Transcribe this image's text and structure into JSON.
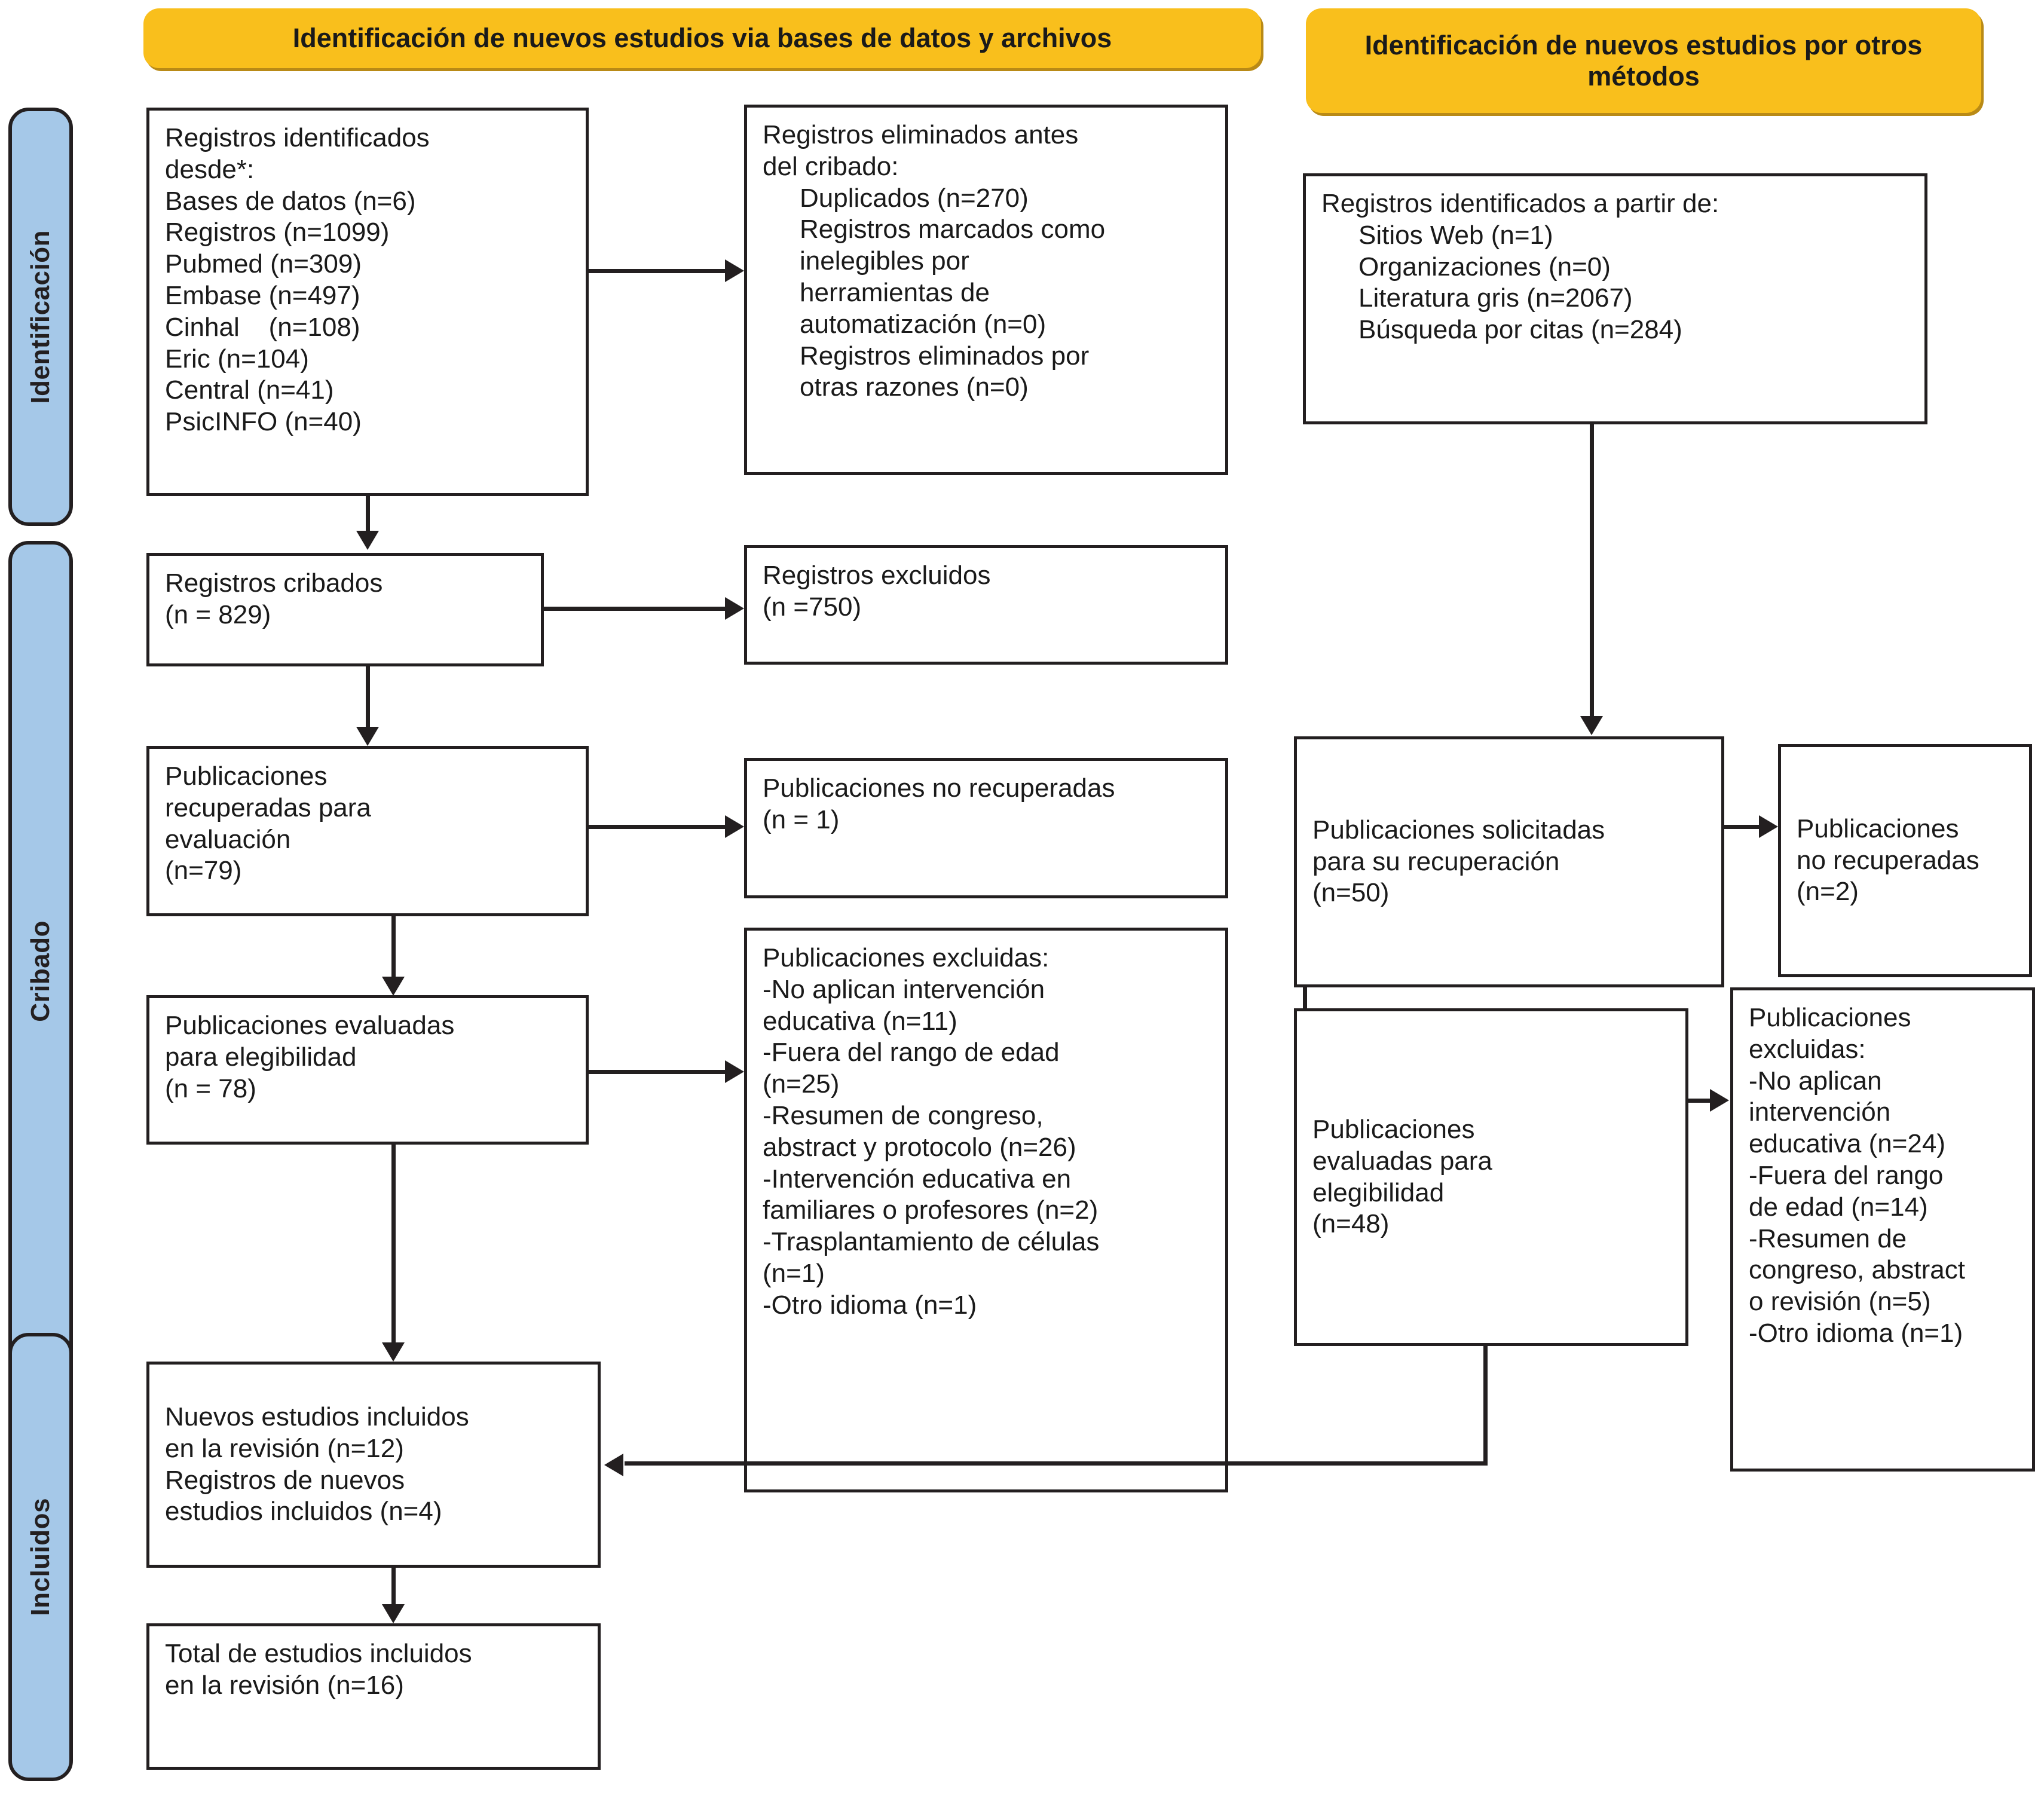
{
  "diagram": {
    "type": "prisma-flow-diagram",
    "language": "es"
  },
  "stages": [
    {
      "id": "identificacion",
      "label": "Identificación"
    },
    {
      "id": "cribado",
      "label": "Cribado"
    },
    {
      "id": "incluidos",
      "label": "Incluidos"
    }
  ],
  "banners": {
    "databases": "Identificación de nuevos estudios via bases de datos y archivos",
    "other_methods": "Identificación de nuevos estudios por otros métodos"
  },
  "colors": {
    "banner_fill": "#f9bf1c",
    "banner_shadow": "#b98a16",
    "rail_fill": "#a5c8e8",
    "stroke": "#231f20",
    "box_fill": "#ffffff"
  },
  "boxes": {
    "records_identified": {
      "title": "Registros identificados desde*:",
      "lines": [
        "Registros identificados",
        "desde*:",
        "Bases de datos (n=6)",
        "Registros (n=1099)",
        "Pubmed (n=309)",
        "Embase (n=497)",
        "Cinhal    (n=108)",
        "Eric (n=104)",
        "Central (n=41)",
        "PsicINFO (n=40)"
      ]
    },
    "records_removed": {
      "header": "Registros eliminados antes del cribado:",
      "header_lines": [
        "Registros eliminados antes",
        "del cribado:"
      ],
      "items": [
        "Duplicados (n=270)",
        "Registros marcados como",
        "inelegibles por",
        "herramientas de",
        "automatización (n=0)",
        "Registros eliminados por",
        "otras razones (n=0)"
      ]
    },
    "records_screened": {
      "lines": [
        "Registros cribados",
        "(n = 829)"
      ]
    },
    "records_excluded": {
      "lines": [
        "Registros excluidos",
        "(n =750)"
      ]
    },
    "reports_sought": {
      "lines": [
        "Publicaciones",
        "recuperadas para",
        "evaluación",
        "(n=79)"
      ]
    },
    "reports_not_retrieved": {
      "lines": [
        "Publicaciones no recuperadas",
        "(n = 1)"
      ]
    },
    "reports_assessed": {
      "lines": [
        "Publicaciones evaluadas",
        "para elegibilidad",
        "(n = 78)"
      ]
    },
    "reports_excluded": {
      "lines": [
        "Publicaciones excluidas:",
        "-No aplican intervención",
        "educativa (n=11)",
        "-Fuera del rango de edad",
        "(n=25)",
        "-Resumen de congreso,",
        "abstract y protocolo (n=26)",
        "-Intervención educativa en",
        "familiares o profesores (n=2)",
        "-Trasplantamiento de células",
        "(n=1)",
        "-Otro idioma (n=1)"
      ]
    },
    "new_studies_included": {
      "lines": [
        "Nuevos estudios incluidos",
        "en la revisión (n=12)",
        "Registros de nuevos",
        "estudios incluidos (n=4)"
      ]
    },
    "total_included": {
      "lines": [
        "Total de estudios incluidos",
        "en la revisión (n=16)"
      ]
    },
    "other_records_identified": {
      "header": "Registros identificados a partir de:",
      "items": [
        "Sitios Web (n=1)",
        "Organizaciones (n=0)",
        "Literatura gris (n=2067)",
        "Búsqueda por citas (n=284)"
      ]
    },
    "other_reports_sought": {
      "lines": [
        "Publicaciones solicitadas",
        "para su recuperación",
        "(n=50)"
      ]
    },
    "other_reports_not_retrieved": {
      "lines": [
        "Publicaciones",
        "no recuperadas",
        "(n=2)"
      ]
    },
    "other_reports_assessed": {
      "lines": [
        "Publicaciones",
        "evaluadas para",
        "elegibilidad",
        "(n=48)"
      ]
    },
    "other_reports_excluded": {
      "lines": [
        "Publicaciones",
        "excluidas:",
        "-No aplican",
        "intervención",
        "educativa (n=24)",
        "-Fuera del rango",
        "de edad (n=14)",
        "-Resumen de",
        "congreso, abstract",
        "o revisión (n=5)",
        "-Otro idioma (n=1)"
      ]
    }
  },
  "counts": {
    "bases_de_datos": 6,
    "registros": 1099,
    "pubmed": 309,
    "embase": 497,
    "cinhal": 108,
    "eric": 104,
    "central": 41,
    "psicinfo": 40,
    "duplicados": 270,
    "inelegibles_automatizacion": 0,
    "eliminados_otras_razones": 0,
    "registros_cribados": 829,
    "registros_excluidos": 750,
    "publicaciones_recuperadas": 79,
    "publicaciones_no_recuperadas": 1,
    "publicaciones_evaluadas": 78,
    "excl_no_intervencion": 11,
    "excl_rango_edad": 25,
    "excl_resumen_congreso": 26,
    "excl_familiares_profesores": 2,
    "excl_trasplante_celulas": 1,
    "excl_otro_idioma": 1,
    "nuevos_estudios_incluidos": 12,
    "registros_nuevos_estudios": 4,
    "total_incluidos": 16,
    "sitios_web": 1,
    "organizaciones": 0,
    "literatura_gris": 2067,
    "busqueda_citas": 284,
    "otras_solicitadas": 50,
    "otras_no_recuperadas": 2,
    "otras_evaluadas": 48,
    "otras_excl_no_intervencion": 24,
    "otras_excl_rango_edad": 14,
    "otras_excl_resumen": 5,
    "otras_excl_otro_idioma": 1
  }
}
